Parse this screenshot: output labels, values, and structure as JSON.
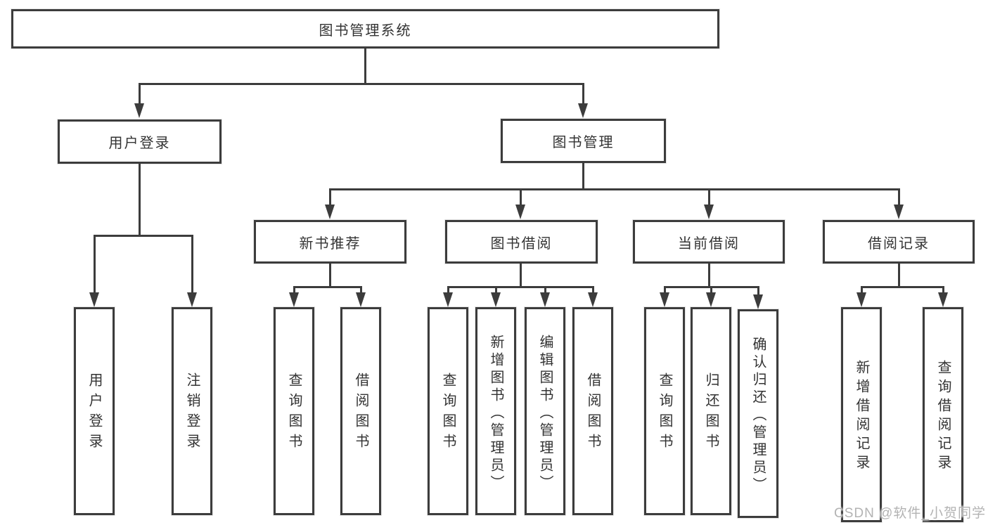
{
  "diagram": {
    "nodes": {
      "root": "图书管理系统",
      "user_login": "用户登录",
      "book_mgmt": "图书管理",
      "new_books": "新书推荐",
      "book_borrow": "图书借阅",
      "current_borrow": "当前借阅",
      "borrow_records": "借阅记录",
      "leaf_user_login": "用户登录",
      "leaf_logout": "注销登录",
      "leaf_nb_query": "查询图书",
      "leaf_nb_borrow": "借阅图书",
      "leaf_bb_query": "查询图书",
      "leaf_bb_add": "新增图书（管理员）",
      "leaf_bb_edit": "编辑图书（管理员）",
      "leaf_bb_borrow": "借阅图书",
      "leaf_cb_query": "查询图书",
      "leaf_cb_return": "归还图书",
      "leaf_cb_confirm": "确认归还（管理员）",
      "leaf_br_add": "新增借阅记录",
      "leaf_br_query": "查询借阅记录"
    },
    "colors": {
      "line": "#3c3c3c",
      "text": "#333333",
      "background": "#ffffff",
      "watermark": "#b3b3b3"
    }
  },
  "watermark": {
    "text": "CSDN @软件_小贺同学"
  }
}
